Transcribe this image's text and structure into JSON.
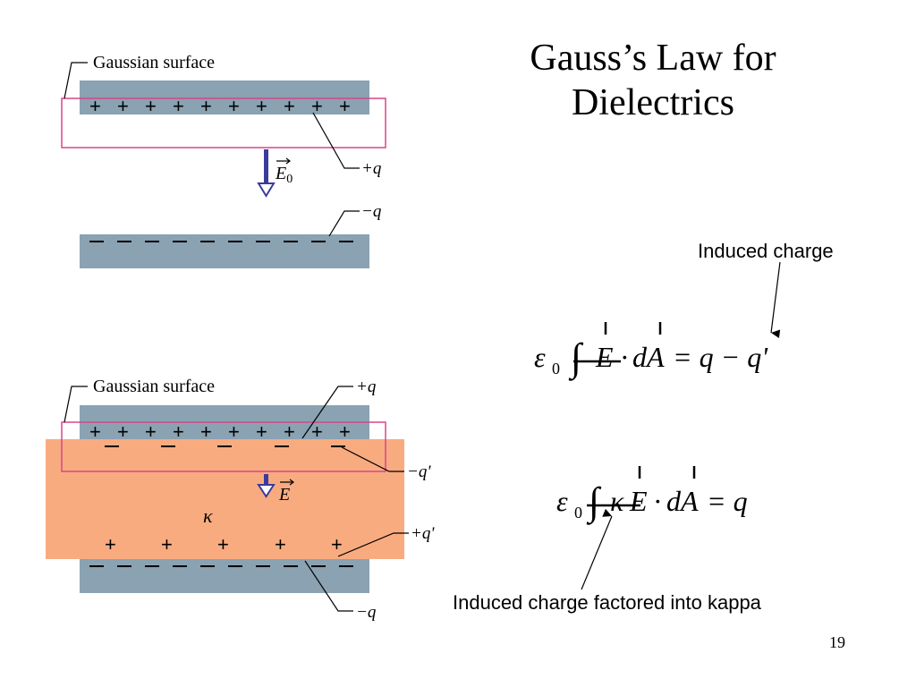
{
  "slide": {
    "title_lines": [
      "Gauss’s Law for",
      "Dielectrics"
    ],
    "page_number": "19"
  },
  "top_diagram": {
    "gaussian_label": "Gaussian surface",
    "plus_charge_label": "+q",
    "minus_charge_label": "−q",
    "field_label": "E",
    "field_subscript": "0"
  },
  "bottom_diagram": {
    "gaussian_label": "Gaussian surface",
    "plus_q_label": "+q",
    "minus_q_prime_label": "−q'",
    "plus_q_prime_label": "+q'",
    "minus_q_label": "−q",
    "field_label": "E",
    "kappa_label": "κ"
  },
  "equations": {
    "eq1": {
      "eps": "ε",
      "eps_sub": "0",
      "e": "E",
      "dot": "·",
      "da": "dA",
      "rhs": "= q − q'"
    },
    "eq2": {
      "eps": "ε",
      "eps_sub": "0",
      "kappa": "κ",
      "e": "E",
      "dot": "·",
      "da": "dA",
      "rhs": "= q"
    }
  },
  "annotations": {
    "induced_charge": "Induced charge",
    "induced_factored": "Induced charge factored into kappa"
  },
  "colors": {
    "plate": "#8aa2b2",
    "dielectric": "#f9ab80",
    "gaussian": "#d8458c",
    "arrow": "#3b3b9c"
  }
}
